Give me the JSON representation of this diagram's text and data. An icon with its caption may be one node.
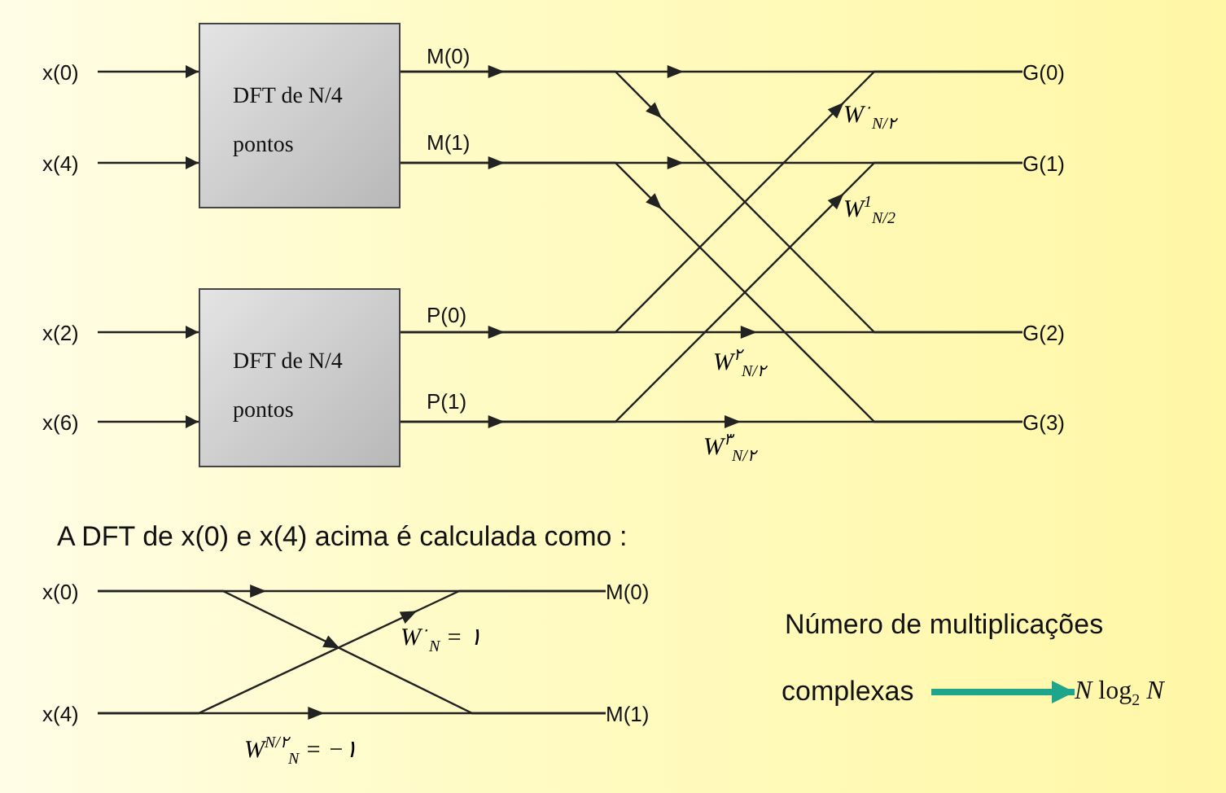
{
  "diagram": {
    "nodes": [
      {
        "text": [
          "x(0)"
        ]
      },
      {
        "text": [
          "x(4)"
        ]
      },
      {
        "text": [
          "x(2)"
        ]
      },
      {
        "text": [
          "x(6)"
        ]
      },
      {
        "text": [
          "DFT de N/4 pontos"
        ]
      },
      {
        "text": [
          "DFT de N/4 pontos"
        ]
      },
      {
        "text": [
          "G(0)"
        ]
      },
      {
        "text": [
          "G(1)"
        ]
      },
      {
        "text": [
          "G(2)"
        ]
      },
      {
        "text": [
          "G(3)"
        ]
      },
      {
        "text": [
          "x(0)"
        ]
      },
      {
        "text": [
          "x(4)"
        ]
      },
      {
        "text": [
          "M(0)"
        ]
      },
      {
        "text": [
          "M(1)"
        ]
      },
      {
        "text": [
          "complexas"
        ]
      },
      {
        "text": [
          "*N* log$_{2}$ *N*"
        ]
      }
    ],
    "edges": [
      {
        "from": 0,
        "to": 4,
        "arrow": "to"
      },
      {
        "from": 1,
        "to": 4,
        "arrow": "to"
      },
      {
        "from": 2,
        "to": 5,
        "arrow": "to"
      },
      {
        "from": 3,
        "to": 5,
        "arrow": "to"
      },
      {
        "from": 4,
        "to": 6,
        "arrow": "to"
      },
      {
        "from": 4,
        "to": 8,
        "arrow": "to"
      },
      {
        "from": 4,
        "to": 7,
        "arrow": "to"
      },
      {
        "from": 4,
        "to": 9,
        "arrow": "to"
      },
      {
        "from": 5,
        "to": 8,
        "arrow": "to",
        "label": "W$^{٢}$$_{N/٢}$"
      },
      {
        "from": 5,
        "to": 6,
        "arrow": "to",
        "label": "W$^{٠}$$_{N/٢}$"
      },
      {
        "from": 5,
        "to": 9,
        "arrow": "to",
        "label": "W$^{٣}$$_{N/٢}$"
      },
      {
        "from": 5,
        "to": 7,
        "arrow": "to",
        "label": "W$^{1}$$_{N/2}$"
      },
      {
        "from": 10,
        "to": 12,
        "arrow": "to"
      },
      {
        "from": 10,
        "to": 13,
        "arrow": "to"
      },
      {
        "from": 11,
        "to": 13,
        "arrow": "to",
        "label": "W$^{N/٢}$$_{N}$ = −١"
      },
      {
        "from": 11,
        "to": 12,
        "arrow": "to",
        "label": "W$^{٠}$$_{N}$ = ١"
      },
      {
        "from": 14,
        "to": 15,
        "arrow": "to",
        "style": "thick",
        "color": "#1fa58c"
      }
    ],
    "labels": [
      "M(0)",
      "M(1)",
      "P(0)",
      "P(1)",
      "A DFT de x(0) e x(4) acima é calculada como :",
      "Número de multiplicações"
    ]
  }
}
